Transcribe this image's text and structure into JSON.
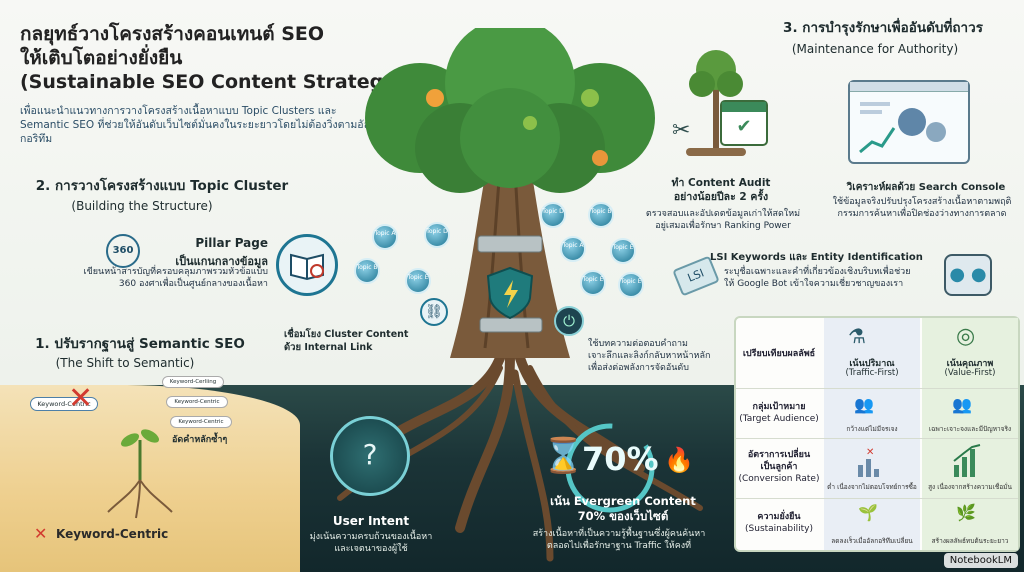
{
  "header": {
    "title_line1": "กลยุทธ์วางโครงสร้างคอนเทนต์ SEO",
    "title_line2": "ให้เติบโตอย่างยั่งยืน",
    "title_line3": "(Sustainable SEO Content Strategy)",
    "subtitle": "เพื่อแนะนำแนวทางการวางโครงสร้างเนื้อหาแบบ Topic Clusters และ Semantic SEO ที่ช่วยให้อันดับเว็บไซต์มั่นคงในระยะยาวโดยไม่ต้องวิ่งตามอัลกอริทึม"
  },
  "section1": {
    "title": "1. ปรับรากฐานสู่ Semantic SEO",
    "subtitle": "(The Shift to Semantic)",
    "keyword_centric_tag": "Keyword-Centric",
    "mini_box1": "Keyword-Centric",
    "mini_box2": "Keyword-Cerliing",
    "mini_box3": "Keyword-Centric",
    "repeat_label": "อัดคำหลักซ้ำๆ",
    "bottom_label": "Keyword-Centric"
  },
  "section2": {
    "title": "2. การวางโครงสร้างแบบ Topic Cluster",
    "subtitle": "(Building the Structure)",
    "pillar_title": "Pillar Page",
    "pillar_sub": "เป็นแกนกลางข้อมูล",
    "pillar_desc": "เขียนหน้าสารบัญที่ครอบคลุมภาพรวมหัวข้อแบบ 360 องศาเพื่อเป็นศูนย์กลางของเนื้อหา",
    "badge_360": "360",
    "internal_link_line1": "เชื่อมโยง Cluster Content",
    "internal_link_line2": "ด้วย Internal Link",
    "topics": [
      "Topic A",
      "Topic D",
      "Topic B",
      "Topic E",
      "Topic A",
      "Topic E",
      "Topic B",
      "Topic D",
      "Topic E",
      "Topic E"
    ],
    "answer_line1": "ใช้บทความต่อตอบคำถาม",
    "answer_line2": "เจาะลึกและลิงก์กลับหาหน้าหลัก",
    "answer_line3": "เพื่อส่งต่อพลังการจัดอันดับ",
    "lsi_tag": "LSI"
  },
  "section3": {
    "title": "3. การบำรุงรักษาเพื่ออันดับที่ถาวร",
    "subtitle": "(Maintenance for Authority)",
    "audit_title1": "ทำ Content Audit",
    "audit_title2": "อย่างน้อยปีละ 2 ครั้ง",
    "audit_desc1": "ตรวจสอบและอัปเดตข้อมูลเก่าให้สดใหม่",
    "audit_desc2": "อยู่เสมอเพื่อรักษา Ranking Power",
    "console_title": "วิเคราะห์ผลด้วย Search Console",
    "console_desc1": "ใช้ข้อมูลจริงปรับปรุงโครงสร้างเนื้อหาตามพฤติ",
    "console_desc2": "กรรมการค้นหาเพื่อปิดช่องว่างทางการตลาด",
    "lsi_title": "LSI Keywords และ Entity Identification",
    "lsi_desc1": "ระบุชื่อเฉพาะและคำที่เกี่ยวข้องเชิงบริบทเพื่อช่วย",
    "lsi_desc2": "ให้ Google Bot เข้าใจความเชี่ยวชาญของเรา"
  },
  "roots": {
    "intent_title": "User Intent",
    "intent_desc1": "มุ่งเน้นความครบถ้วนของเนื้อหา",
    "intent_desc2": "และเจตนาของผู้ใช้",
    "evergreen_percent": "70%",
    "evergreen_title1": "เน้น Evergreen Content",
    "evergreen_title2": "70% ของเว็บไซต์",
    "evergreen_desc1": "สร้างเนื้อหาที่เป็นความรู้พื้นฐานซึ่งผู้คนค้นหา",
    "evergreen_desc2": "ตลอดไปเพื่อรักษาฐาน Traffic ให้คงที่"
  },
  "comparison": {
    "header_label": "เปรียบเทียบผลลัพธ์",
    "col1_title": "เน้นปริมาณ",
    "col1_sub": "(Traffic-First)",
    "col2_title": "เน้นคุณภาพ",
    "col2_sub": "(Value-First)",
    "rows": [
      {
        "label1": "กลุ่มเป้าหมาย",
        "label2": "(Target Audience)",
        "col1": "กว้างแต่ไม่มีจรเจง",
        "col2": "เฉพาะเจาะจงและมีปัญหาจริง"
      },
      {
        "label1": "อัตราการเปลี่ยน",
        "label2": "เป็นลูกค้า",
        "label3": "(Conversion Rate)",
        "col1": "ต่ำ เนื่องจากไม่ตอบโจทย์การซื้อ",
        "col2": "สูง เนื่องจากสร้างความเชื่อมั่น"
      },
      {
        "label1": "ความยั่งยืน",
        "label2": "(Sustainability)",
        "col1": "ลดลงเร็วเมื่ออัลกอริทึมเปลี่ยน",
        "col2": "สร้างผลลัพธ์ทบต้นระยะยาว"
      }
    ]
  },
  "brand": {
    "name": "NotebookLM"
  },
  "colors": {
    "foliage": "#3f8a3a",
    "trunk": "#7a5a3b",
    "accent_blue": "#1e7592",
    "ground_dark": "#16302f",
    "sand": "#eecf8e",
    "red_x": "#d23a2f",
    "table_border": "#c8d7c0"
  },
  "icons": [
    "globe-icon",
    "book-icon",
    "link-icon",
    "shield-bolt-icon",
    "power-icon",
    "calendar-icon",
    "scissors-icon",
    "dashboard-icon",
    "robot-icon",
    "hourglass-icon",
    "cycle-icon",
    "fire-icon",
    "question-head-icon",
    "net-icon",
    "target-icon",
    "people-icon",
    "chart-icon",
    "plant-icon",
    "x-icon"
  ]
}
